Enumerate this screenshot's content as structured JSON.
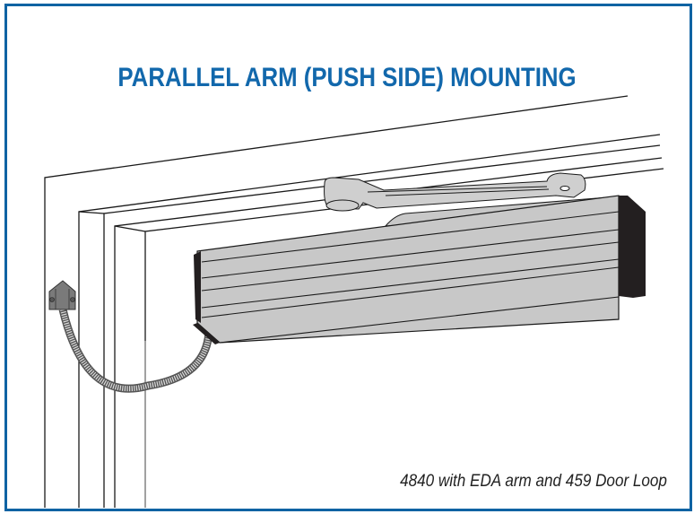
{
  "title": "PARALLEL ARM (PUSH SIDE) MOUNTING",
  "caption": "4840 with EDA arm and 459 Door Loop",
  "colors": {
    "border": "#0f63a3",
    "title": "#1268ac",
    "closer_body": "#c8c8c8",
    "closer_end": "#231f20",
    "arm": "#cfcfcf",
    "loop_mount": "#7a7a7a",
    "line": "#1a1a1a"
  },
  "diagram": {
    "components": [
      {
        "id": "door-frame",
        "label": "Door frame"
      },
      {
        "id": "door",
        "label": "Door"
      },
      {
        "id": "closer-body",
        "label": "4840 closer"
      },
      {
        "id": "eda-arm",
        "label": "EDA arm"
      },
      {
        "id": "door-loop",
        "label": "459 Door Loop"
      }
    ]
  }
}
